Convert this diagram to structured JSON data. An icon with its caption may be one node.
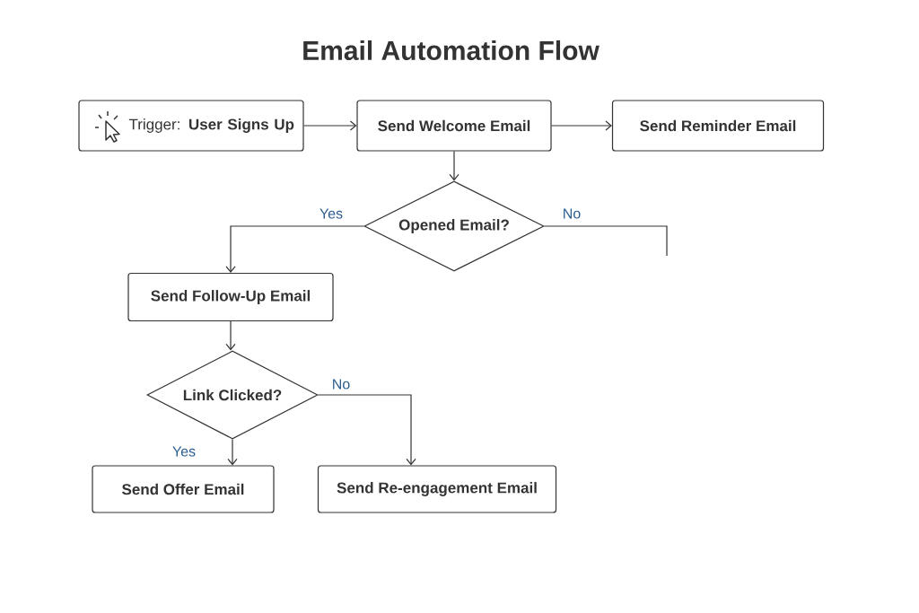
{
  "diagram": {
    "title": "Email Automation Flow",
    "nodes": [
      {
        "text": [
          "Trigger: **User Signs Up**"
        ]
      },
      {
        "text": [
          "Send Welcome Email"
        ]
      },
      {
        "text": [
          "Send Reminder Email"
        ]
      },
      {
        "text": [
          "Opened Email?"
        ]
      },
      {
        "text": [
          "Send Follow-Up Email"
        ]
      },
      {
        "text": [
          "Link Clicked?"
        ]
      },
      {
        "text": [
          "Send Offer Email"
        ]
      },
      {
        "text": [
          "Send Re-engagement Email"
        ]
      }
    ],
    "edges": [
      {
        "from": 0,
        "to": 1,
        "arrow": "to"
      },
      {
        "from": 1,
        "to": 2,
        "arrow": "to"
      },
      {
        "from": 1,
        "to": 3,
        "arrow": "to"
      },
      {
        "from": 3,
        "to": 4,
        "arrow": "to",
        "label": "Yes"
      },
      {
        "from": 3,
        "to": null,
        "arrow": "none",
        "label": "No"
      },
      {
        "from": 4,
        "to": 5,
        "arrow": "to"
      },
      {
        "from": 5,
        "to": 6,
        "arrow": "to",
        "label": "Yes"
      },
      {
        "from": 5,
        "to": 7,
        "arrow": "to",
        "label": "No"
      }
    ]
  }
}
